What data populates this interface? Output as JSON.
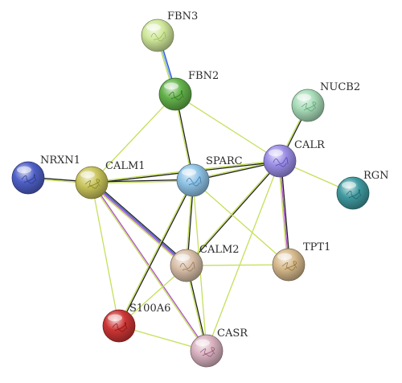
{
  "nodes": [
    {
      "id": "FBN3",
      "label": "FBN3",
      "color": "#cfe79a",
      "texture": "#8fb050"
    },
    {
      "id": "FBN2",
      "label": "FBN2",
      "color": "#63b24a",
      "texture": "#2e6b20"
    },
    {
      "id": "NUCB2",
      "label": "NUCB2",
      "color": "#a8dcb8",
      "texture": "#5a9a70"
    },
    {
      "id": "CALR",
      "label": "CALR",
      "color": "#9a8de6",
      "texture": "#4a3fb0"
    },
    {
      "id": "NRXN1",
      "label": "NRXN1",
      "color": "#4f60c8",
      "texture": "#28357a"
    },
    {
      "id": "CALM1",
      "label": "CALM1",
      "color": "#c9c45a",
      "texture": "#7a7a20"
    },
    {
      "id": "SPARC",
      "label": "SPARC",
      "color": "#8fc3e6",
      "texture": "#2d6fa3"
    },
    {
      "id": "RGN",
      "label": "RGN",
      "color": "#3f9aa0",
      "texture": "#1f5a60"
    },
    {
      "id": "TPT1",
      "label": "TPT1",
      "color": "#d6b98c",
      "texture": "#8a6a30"
    },
    {
      "id": "CALM2",
      "label": "CALM2",
      "color": "#d8bfa8",
      "texture": "#8a6a50"
    },
    {
      "id": "S100A6",
      "label": "S100A6",
      "color": "#cc3535",
      "texture": "#7a1010"
    },
    {
      "id": "CASR",
      "label": "CASR",
      "color": "#d9b2c0",
      "texture": "#8a4a6a"
    }
  ],
  "edges": [
    {
      "source": "FBN3",
      "target": "FBN2",
      "evidence": [
        "#2a4fd8",
        "#7ab6e0",
        "#c4e05a"
      ]
    },
    {
      "source": "FBN2",
      "target": "SPARC",
      "evidence": [
        "#222222",
        "#c4e05a"
      ]
    },
    {
      "source": "FBN2",
      "target": "CALM1",
      "evidence": [
        "#c4e05a"
      ]
    },
    {
      "source": "FBN2",
      "target": "CALR",
      "evidence": [
        "#c4e05a"
      ]
    },
    {
      "source": "NUCB2",
      "target": "CALR",
      "evidence": [
        "#222222",
        "#c4e05a"
      ]
    },
    {
      "source": "CALR",
      "target": "RGN",
      "evidence": [
        "#c4e05a"
      ]
    },
    {
      "source": "CALR",
      "target": "SPARC",
      "evidence": [
        "#222222",
        "#c4e05a"
      ]
    },
    {
      "source": "CALR",
      "target": "CALM1",
      "evidence": [
        "#222222",
        "#c4e05a"
      ]
    },
    {
      "source": "CALR",
      "target": "TPT1",
      "evidence": [
        "#222222",
        "#b050c8",
        "#c4e05a"
      ]
    },
    {
      "source": "CALR",
      "target": "CALM2",
      "evidence": [
        "#222222",
        "#c4e05a"
      ]
    },
    {
      "source": "CALR",
      "target": "CASR",
      "evidence": [
        "#c4e05a"
      ]
    },
    {
      "source": "NRXN1",
      "target": "CALM1",
      "evidence": [
        "#222222",
        "#c4e05a"
      ]
    },
    {
      "source": "CALM1",
      "target": "SPARC",
      "evidence": [
        "#222222",
        "#c4e05a"
      ]
    },
    {
      "source": "CALM1",
      "target": "CALM2",
      "evidence": [
        "#222222",
        "#3a4fd0",
        "#b050c8",
        "#c4e05a"
      ]
    },
    {
      "source": "CALM1",
      "target": "CASR",
      "evidence": [
        "#b050c8",
        "#c4e05a"
      ]
    },
    {
      "source": "CALM1",
      "target": "S100A6",
      "evidence": [
        "#c4e05a"
      ]
    },
    {
      "source": "SPARC",
      "target": "CALM2",
      "evidence": [
        "#222222",
        "#c4e05a"
      ]
    },
    {
      "source": "SPARC",
      "target": "TPT1",
      "evidence": [
        "#c4e05a"
      ]
    },
    {
      "source": "SPARC",
      "target": "S100A6",
      "evidence": [
        "#222222",
        "#c4e05a"
      ]
    },
    {
      "source": "SPARC",
      "target": "CASR",
      "evidence": [
        "#c4e05a"
      ]
    },
    {
      "source": "CALM2",
      "target": "TPT1",
      "evidence": [
        "#c4e05a"
      ]
    },
    {
      "source": "CALM2",
      "target": "CASR",
      "evidence": [
        "#222222",
        "#c4e05a"
      ]
    },
    {
      "source": "CALM2",
      "target": "S100A6",
      "evidence": [
        "#c4e05a"
      ]
    },
    {
      "source": "S100A6",
      "target": "CASR",
      "evidence": [
        "#c4e05a"
      ]
    }
  ]
}
